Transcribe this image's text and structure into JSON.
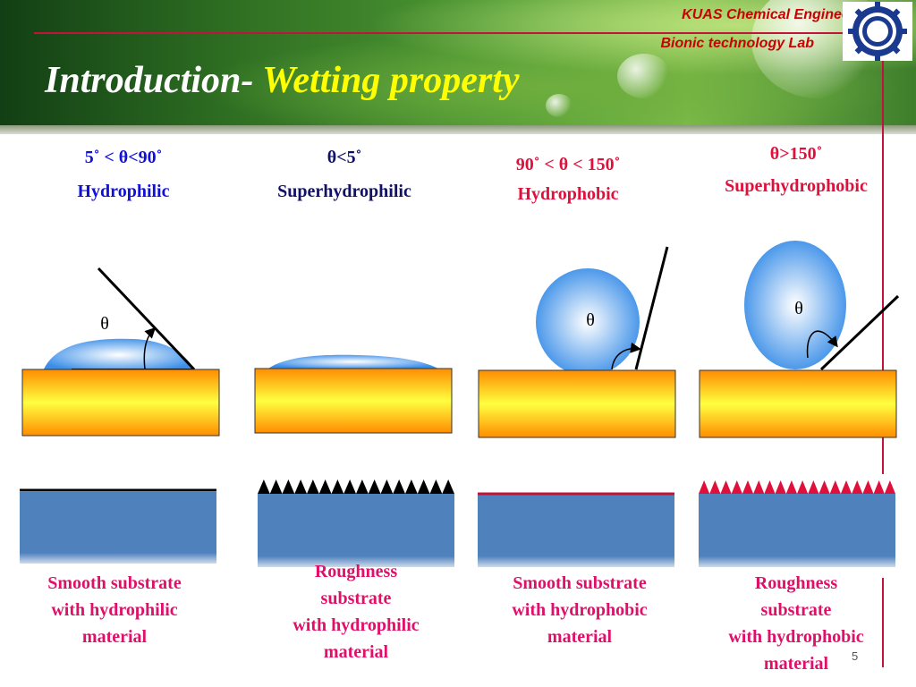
{
  "header": {
    "title_main": "Introduction-",
    "title_sub": "Wetting property",
    "lab_line1": "KUAS Chemical Engineering",
    "lab_line2": "Bionic  technology  Lab"
  },
  "panels": [
    {
      "condition": "5˚ < θ<90˚",
      "label": "Hydrophilic",
      "theta": "θ",
      "bottom": [
        "Smooth substrate",
        "with  hydrophilic",
        "material"
      ]
    },
    {
      "condition": "θ<5˚",
      "label": "Superhydrophilic",
      "bottom": [
        "Roughness",
        "substrate",
        "with  hydrophilic",
        "material"
      ]
    },
    {
      "condition": "90˚ < θ < 150˚",
      "label": "Hydrophobic",
      "theta": "θ",
      "bottom": [
        "Smooth substrate",
        "with  hydrophobic",
        "material"
      ]
    },
    {
      "condition": "θ>150˚",
      "label": "Superhydrophobic",
      "theta": "θ",
      "bottom": [
        "Roughness",
        "substrate",
        "with  hydrophobic",
        "material"
      ]
    }
  ],
  "page_number": "5",
  "colors": {
    "accent_red": "#c0143c",
    "drop_blue": "#3a8ee8",
    "substrate_blue": "#4f81bd"
  }
}
